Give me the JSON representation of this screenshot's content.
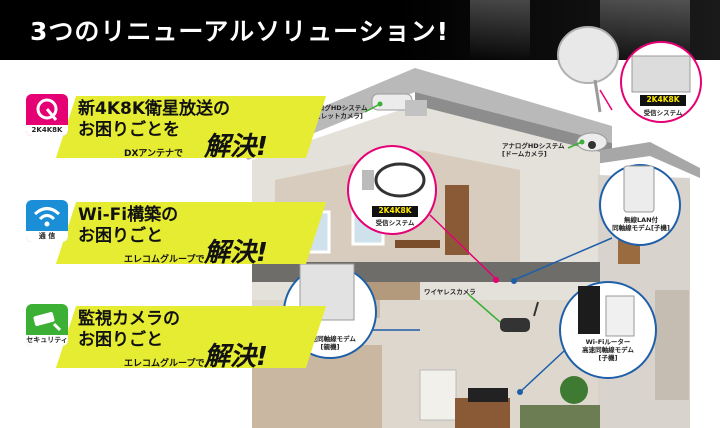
{
  "header": {
    "title": "3つのリニューアルソリューション!"
  },
  "categories": [
    {
      "line1": "新4K8K衛星放送の",
      "line2": "お困りごとを",
      "by": "DXアンテナで",
      "solve": "解決!",
      "icon_color": "#e50074",
      "icon_caption": "2K4K8K",
      "icon_name": "antenna-icon"
    },
    {
      "line1": "Wi-Fi構築の",
      "line2": "お困りごと",
      "by": "エレコムグループで",
      "solve": "解決!",
      "icon_color": "#1a8fd8",
      "icon_caption": "通 信",
      "icon_name": "wifi-icon"
    },
    {
      "line1": "監視カメラの",
      "line2": "お困りごと",
      "by": "エレコムグループで",
      "solve": "解決!",
      "icon_color": "#3cb035",
      "icon_caption": "セキュリティ",
      "icon_name": "camera-icon"
    }
  ],
  "callouts": {
    "bullet_camera": {
      "line1": "アナログHDシステム",
      "line2": "[ビュレットカメラ]"
    },
    "dome_camera": {
      "line1": "アナログHDシステム",
      "line2": "[ドームカメラ]"
    },
    "receiver_top": {
      "badge": "2K4K8K",
      "caption": "受信システム"
    },
    "receiver_mid": {
      "badge": "2K4K8K",
      "caption": "受信システム"
    },
    "lan_modem": {
      "line1": "無線LAN付",
      "line2": "同軸線モデム[子機]"
    },
    "wireless_camera": {
      "label": "ワイヤレスカメラ"
    },
    "master_modem": {
      "line1": "高速同軸線モデム",
      "line2": "[親機]"
    },
    "router": {
      "line1": "Wi-Fiルーター",
      "line2": "高速同軸線モデム",
      "line3": "[子機]"
    }
  },
  "colors": {
    "accent_yellow": "#e5ec31",
    "pink_line": "#e50074",
    "blue_line": "#1f5fa8",
    "green_line": "#3cb035"
  }
}
